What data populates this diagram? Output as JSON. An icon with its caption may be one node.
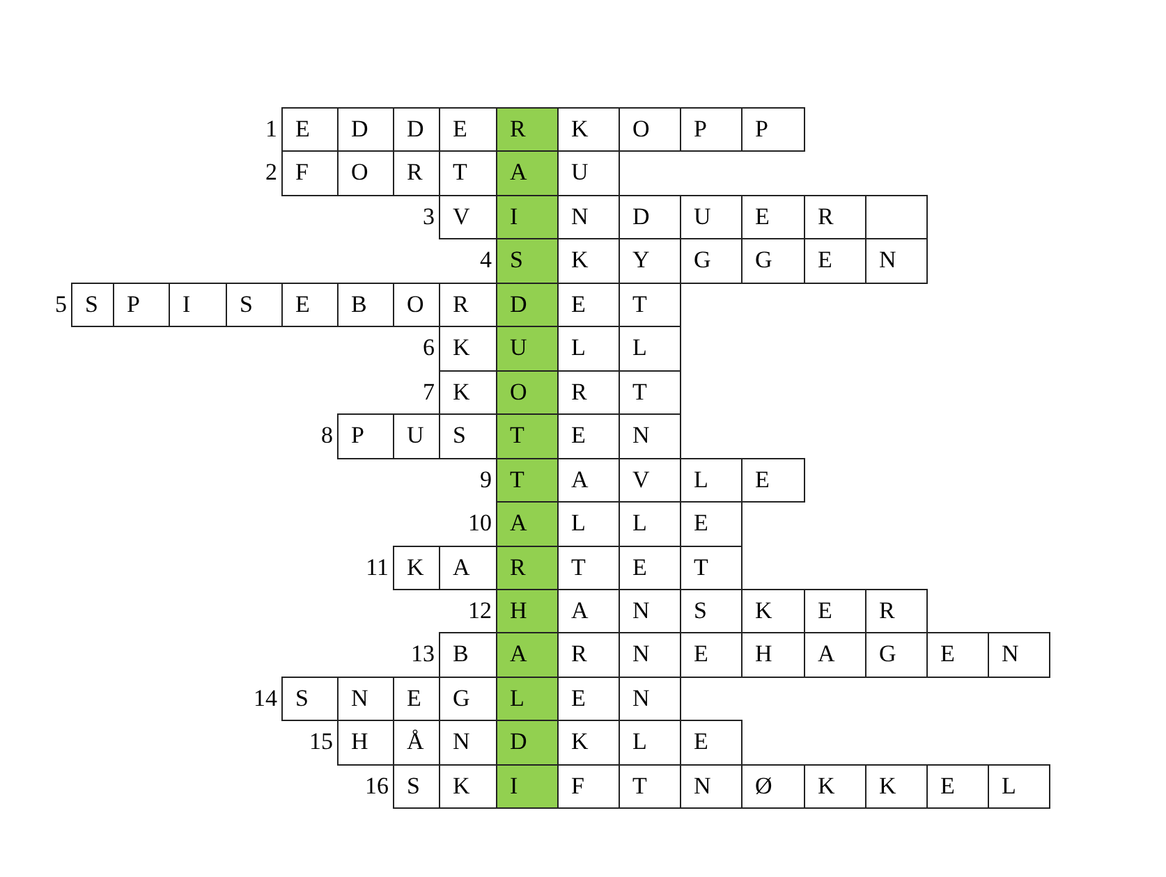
{
  "diagram": {
    "nodes": [
      {
        "text": [
          "E"
        ],
        "beside": [
          "1"
        ]
      },
      {
        "text": [
          "D"
        ]
      },
      {
        "text": [
          "D"
        ]
      },
      {
        "text": [
          "E"
        ]
      },
      {
        "text": [
          "R"
        ]
      },
      {
        "text": [
          "K"
        ]
      },
      {
        "text": [
          "O"
        ]
      },
      {
        "text": [
          "P"
        ]
      },
      {
        "text": [
          "P"
        ]
      },
      {
        "text": [
          "F"
        ],
        "beside": [
          "2"
        ]
      },
      {
        "text": [
          "O"
        ]
      },
      {
        "text": [
          "R"
        ]
      },
      {
        "text": [
          "T"
        ]
      },
      {
        "text": [
          "A"
        ]
      },
      {
        "text": [
          "U"
        ]
      },
      {
        "text": [
          "V"
        ],
        "beside": [
          "3"
        ]
      },
      {
        "text": [
          "I"
        ]
      },
      {
        "text": [
          "N"
        ]
      },
      {
        "text": [
          "D"
        ]
      },
      {
        "text": [
          "U"
        ]
      },
      {
        "text": [
          "E"
        ]
      },
      {
        "text": [
          "R"
        ]
      },
      {
        "text": [],
        "shape": "box"
      },
      {
        "text": [
          "S"
        ],
        "beside": [
          "4"
        ]
      },
      {
        "text": [
          "K"
        ]
      },
      {
        "text": [
          "Y"
        ]
      },
      {
        "text": [
          "G"
        ]
      },
      {
        "text": [
          "G"
        ]
      },
      {
        "text": [
          "E"
        ]
      },
      {
        "text": [
          "N"
        ]
      },
      {
        "text": [
          "S"
        ],
        "beside": [
          "5"
        ]
      },
      {
        "text": [
          "P"
        ]
      },
      {
        "text": [
          "I"
        ]
      },
      {
        "text": [
          "S"
        ]
      },
      {
        "text": [
          "E"
        ]
      },
      {
        "text": [
          "B"
        ]
      },
      {
        "text": [
          "O"
        ]
      },
      {
        "text": [
          "R"
        ]
      },
      {
        "text": [
          "D"
        ]
      },
      {
        "text": [
          "E"
        ]
      },
      {
        "text": [
          "T"
        ]
      },
      {
        "text": [
          "K"
        ],
        "beside": [
          "6"
        ]
      },
      {
        "text": [
          "U"
        ]
      },
      {
        "text": [
          "L"
        ]
      },
      {
        "text": [
          "L"
        ]
      },
      {
        "text": [
          "K"
        ],
        "beside": [
          "7"
        ]
      },
      {
        "text": [
          "O"
        ]
      },
      {
        "text": [
          "R"
        ]
      },
      {
        "text": [
          "T"
        ]
      },
      {
        "text": [
          "P"
        ],
        "beside": [
          "8"
        ]
      },
      {
        "text": [
          "U"
        ]
      },
      {
        "text": [
          "S"
        ]
      },
      {
        "text": [
          "T"
        ]
      },
      {
        "text": [
          "E"
        ]
      },
      {
        "text": [
          "N"
        ]
      },
      {
        "text": [
          "T"
        ],
        "beside": [
          "9"
        ]
      },
      {
        "text": [
          "A"
        ]
      },
      {
        "text": [
          "V"
        ]
      },
      {
        "text": [
          "L"
        ]
      },
      {
        "text": [
          "E"
        ]
      },
      {
        "text": [
          "A"
        ],
        "beside": [
          "10"
        ]
      },
      {
        "text": [
          "L"
        ]
      },
      {
        "text": [
          "L"
        ]
      },
      {
        "text": [
          "E"
        ]
      },
      {
        "text": [
          "K"
        ],
        "beside": [
          "11"
        ]
      },
      {
        "text": [
          "A"
        ]
      },
      {
        "text": [
          "R"
        ]
      },
      {
        "text": [
          "T"
        ]
      },
      {
        "text": [
          "E"
        ]
      },
      {
        "text": [
          "T"
        ]
      },
      {
        "text": [
          "H"
        ],
        "beside": [
          "12"
        ]
      },
      {
        "text": [
          "A"
        ]
      },
      {
        "text": [
          "N"
        ]
      },
      {
        "text": [
          "S"
        ]
      },
      {
        "text": [
          "K"
        ]
      },
      {
        "text": [
          "E"
        ]
      },
      {
        "text": [
          "R"
        ]
      },
      {
        "text": [
          "B"
        ],
        "beside": [
          "13"
        ]
      },
      {
        "text": [
          "A"
        ]
      },
      {
        "text": [
          "R"
        ]
      },
      {
        "text": [
          "N"
        ]
      },
      {
        "text": [
          "E"
        ]
      },
      {
        "text": [
          "H"
        ]
      },
      {
        "text": [
          "A"
        ]
      },
      {
        "text": [
          "G"
        ]
      },
      {
        "text": [
          "E"
        ]
      },
      {
        "text": [
          "N"
        ]
      },
      {
        "text": [
          "S"
        ],
        "beside": [
          "14"
        ]
      },
      {
        "text": [
          "N"
        ]
      },
      {
        "text": [
          "E"
        ]
      },
      {
        "text": [
          "G"
        ]
      },
      {
        "text": [
          "L"
        ]
      },
      {
        "text": [
          "E"
        ]
      },
      {
        "text": [
          "N"
        ]
      },
      {
        "text": [
          "H"
        ],
        "beside": [
          "15"
        ]
      },
      {
        "text": [
          "Å"
        ]
      },
      {
        "text": [
          "N"
        ]
      },
      {
        "text": [
          "D"
        ]
      },
      {
        "text": [
          "K"
        ]
      },
      {
        "text": [
          "L"
        ]
      },
      {
        "text": [
          "E"
        ]
      },
      {
        "text": [
          "S"
        ],
        "beside": [
          "16"
        ]
      },
      {
        "text": [
          "K"
        ]
      },
      {
        "text": [
          "I"
        ]
      },
      {
        "text": [
          "F"
        ]
      },
      {
        "text": [
          "T"
        ]
      },
      {
        "text": [
          "N"
        ]
      },
      {
        "text": [
          "Ø"
        ]
      },
      {
        "text": [
          "K"
        ]
      },
      {
        "text": [
          "K"
        ]
      },
      {
        "text": [
          "E"
        ]
      },
      {
        "text": [
          "L"
        ]
      }
    ]
  }
}
